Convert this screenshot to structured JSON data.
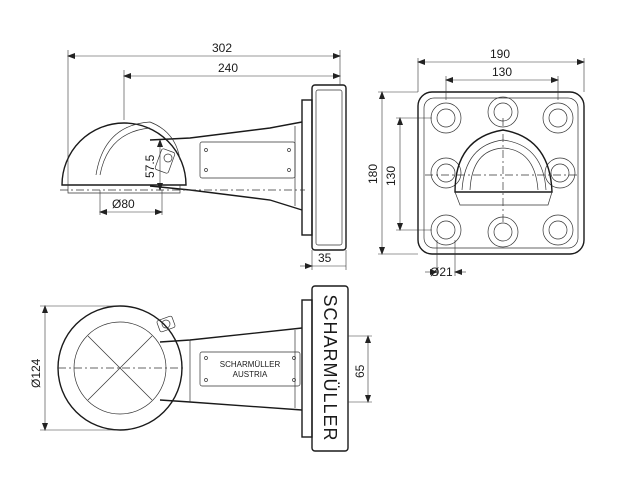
{
  "dimensions": {
    "overall_length": "302",
    "reach_length": "240",
    "flange_width": "190",
    "bolt_spacing_h": "130",
    "flange_height": "180",
    "bolt_spacing_v": "130",
    "flange_thickness": "35",
    "ball_diameter": "Ø80",
    "ball_height": "57.5",
    "bolt_hole_diameter": "Ø21",
    "bowl_diameter": "Ø124",
    "arm_height": "65"
  },
  "labels": {
    "flange_brand": "SCHARMÜLLER",
    "arm_brand_line1": "SCHARMÜLLER",
    "arm_brand_line2": "AUSTRIA"
  },
  "colors": {
    "line": "#1a1a1a",
    "background": "#ffffff"
  }
}
